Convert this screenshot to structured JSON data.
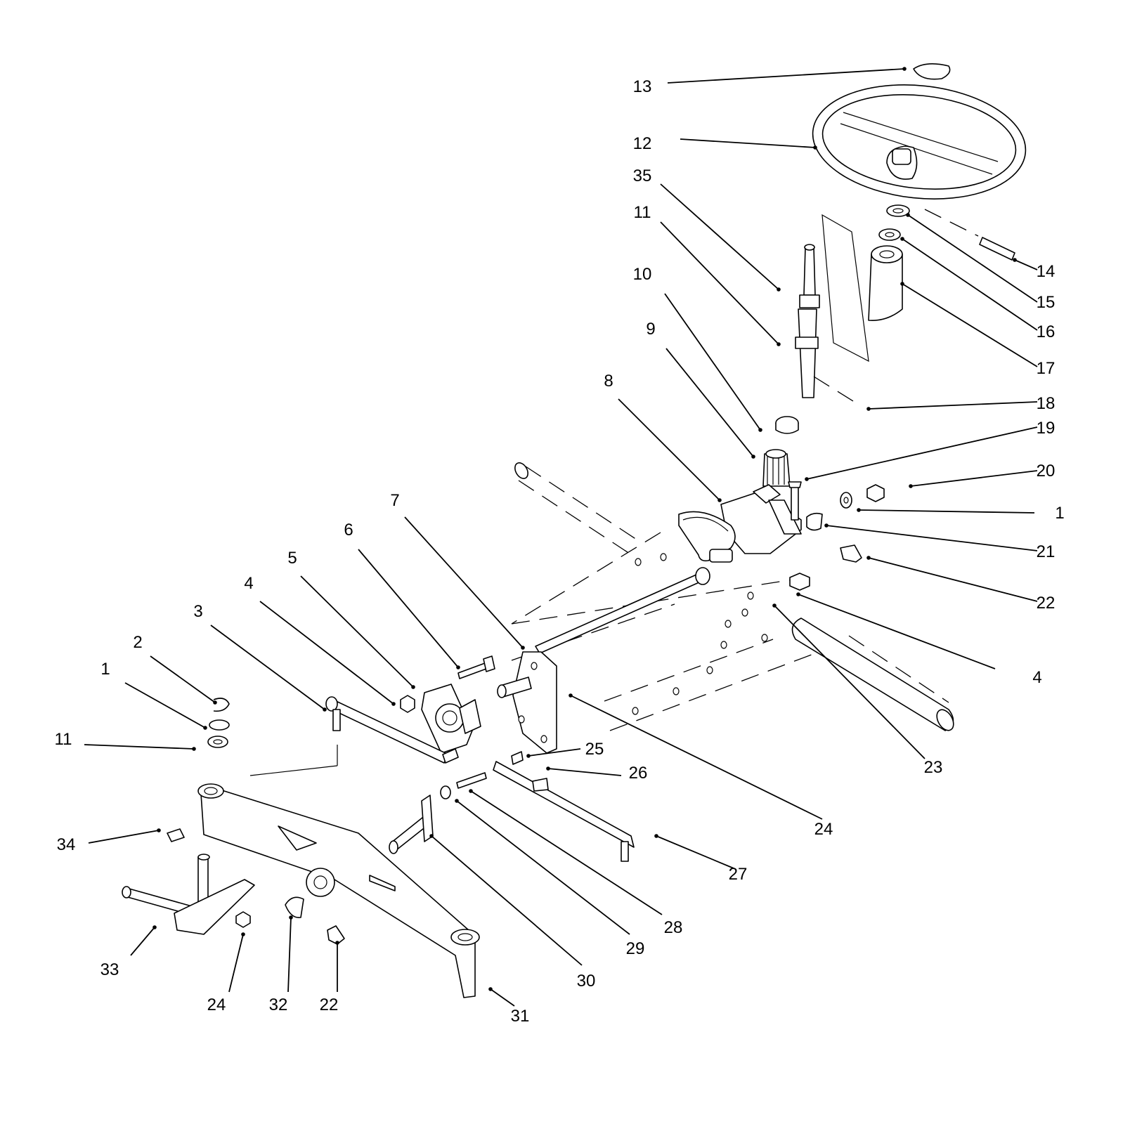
{
  "callouts": [
    {
      "id": "c13",
      "label": "13"
    },
    {
      "id": "c12",
      "label": "12"
    },
    {
      "id": "c35",
      "label": "35"
    },
    {
      "id": "c11a",
      "label": "11"
    },
    {
      "id": "c10",
      "label": "10"
    },
    {
      "id": "c9",
      "label": "9"
    },
    {
      "id": "c8",
      "label": "8"
    },
    {
      "id": "c7",
      "label": "7"
    },
    {
      "id": "c6",
      "label": "6"
    },
    {
      "id": "c5",
      "label": "5"
    },
    {
      "id": "c4a",
      "label": "4"
    },
    {
      "id": "c3",
      "label": "3"
    },
    {
      "id": "c2",
      "label": "2"
    },
    {
      "id": "c1a",
      "label": "1"
    },
    {
      "id": "c11b",
      "label": "11"
    },
    {
      "id": "c14",
      "label": "14"
    },
    {
      "id": "c15",
      "label": "15"
    },
    {
      "id": "c16",
      "label": "16"
    },
    {
      "id": "c17",
      "label": "17"
    },
    {
      "id": "c18",
      "label": "18"
    },
    {
      "id": "c19",
      "label": "19"
    },
    {
      "id": "c20",
      "label": "20"
    },
    {
      "id": "c1b",
      "label": "1"
    },
    {
      "id": "c21",
      "label": "21"
    },
    {
      "id": "c22a",
      "label": "22"
    },
    {
      "id": "c4b",
      "label": "4"
    },
    {
      "id": "c23",
      "label": "23"
    },
    {
      "id": "c24a",
      "label": "24"
    },
    {
      "id": "c25",
      "label": "25"
    },
    {
      "id": "c26",
      "label": "26"
    },
    {
      "id": "c27",
      "label": "27"
    },
    {
      "id": "c28",
      "label": "28"
    },
    {
      "id": "c29",
      "label": "29"
    },
    {
      "id": "c30",
      "label": "30"
    },
    {
      "id": "c31",
      "label": "31"
    },
    {
      "id": "c22b",
      "label": "22"
    },
    {
      "id": "c32",
      "label": "32"
    },
    {
      "id": "c24b",
      "label": "24"
    },
    {
      "id": "c33",
      "label": "33"
    },
    {
      "id": "c34",
      "label": "34"
    }
  ]
}
